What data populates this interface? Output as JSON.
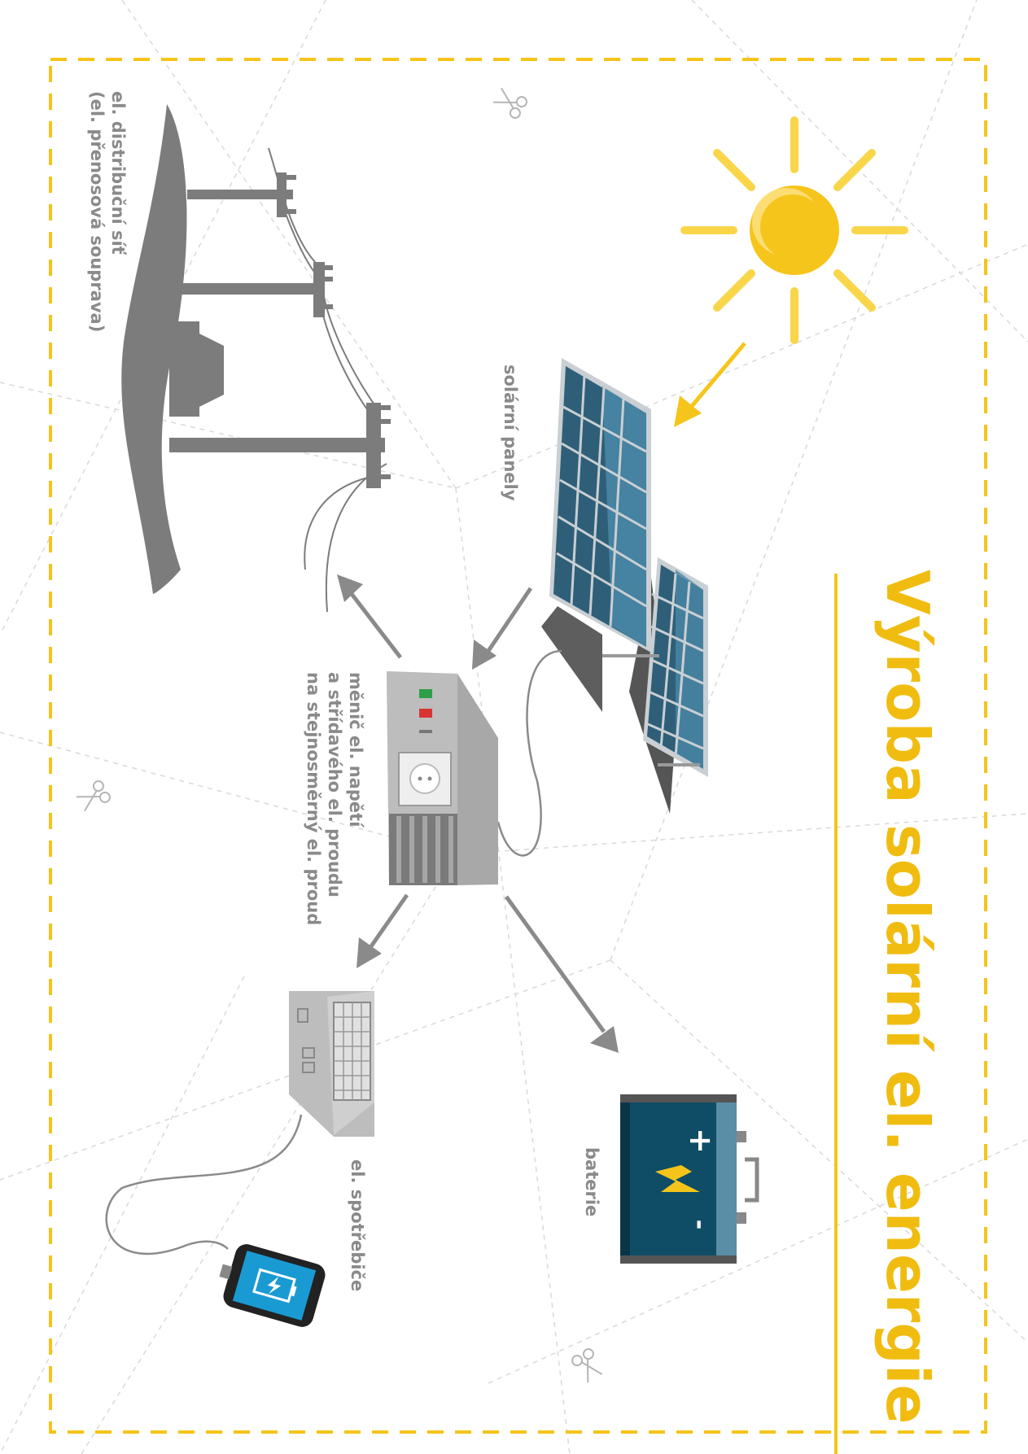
{
  "title": "Výroba solární el. energie",
  "labels": {
    "solar_panels": "solární panely",
    "grid_line1": "el. distribuční síť",
    "grid_line2": "(el. přenosová souprava)",
    "inverter_line1": "měnič el. napětí",
    "inverter_line2": "a střídavého el. proudu",
    "inverter_line3": "na stejnosměrný el. proud",
    "battery": "baterie",
    "appliances": "el. spotřebiče",
    "battery_plus": "+",
    "battery_minus": "-"
  },
  "colors": {
    "accent_yellow": "#f5c41a",
    "grey": "#8a8a8a",
    "panel_blue": "#2f5f78",
    "battery_teal": "#0f4d66"
  }
}
